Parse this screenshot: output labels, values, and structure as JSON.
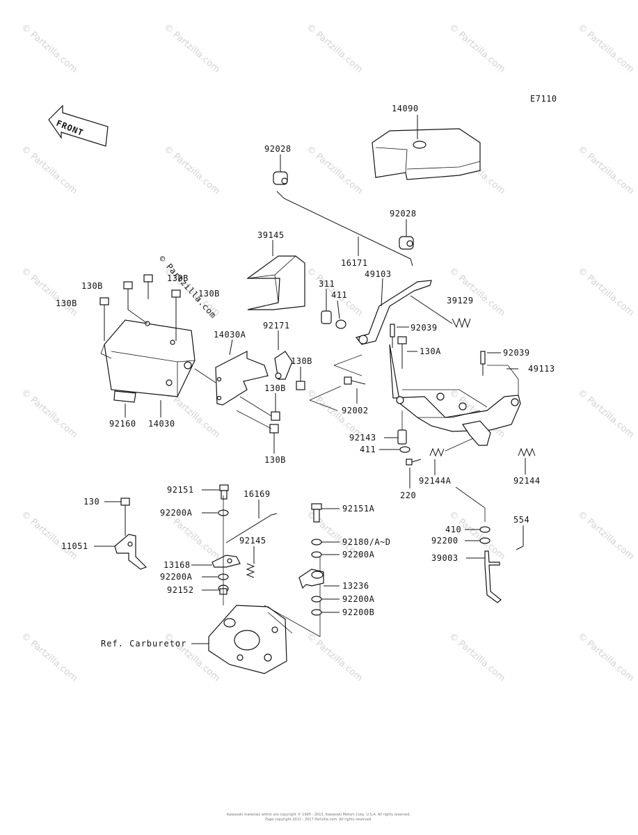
{
  "diagram": {
    "code": "E7110",
    "front_label": "FRONT",
    "ref_label": "Ref. Carburetor",
    "watermark": "© Partzilla.com",
    "footer_line1": "Kawasaki materials within are copyright © 1995 - 2013, Kawasaki Motors Corp. U.S.A. All rights reserved.",
    "footer_line2": "Page copyright 2013 - 2017 Partzilla.com. All rights reserved."
  },
  "callouts": [
    {
      "id": "14090",
      "text": "14090"
    },
    {
      "id": "92028-a",
      "text": "92028"
    },
    {
      "id": "92028-b",
      "text": "92028"
    },
    {
      "id": "39145",
      "text": "39145"
    },
    {
      "id": "16171",
      "text": "16171"
    },
    {
      "id": "311",
      "text": "311"
    },
    {
      "id": "411-a",
      "text": "411"
    },
    {
      "id": "49103",
      "text": "49103"
    },
    {
      "id": "39129",
      "text": "39129"
    },
    {
      "id": "130B-a",
      "text": "130B"
    },
    {
      "id": "130B-b",
      "text": "130B"
    },
    {
      "id": "130B-c",
      "text": "130B"
    },
    {
      "id": "130B-d",
      "text": "130B"
    },
    {
      "id": "130B-e",
      "text": "130B"
    },
    {
      "id": "130B-f",
      "text": "130B"
    },
    {
      "id": "130B-g",
      "text": "130B"
    },
    {
      "id": "92171",
      "text": "92171"
    },
    {
      "id": "14030A",
      "text": "14030A"
    },
    {
      "id": "92039-a",
      "text": "92039"
    },
    {
      "id": "130A",
      "text": "130A"
    },
    {
      "id": "92039-b",
      "text": "92039"
    },
    {
      "id": "49113",
      "text": "49113"
    },
    {
      "id": "92002",
      "text": "92002"
    },
    {
      "id": "92160",
      "text": "92160"
    },
    {
      "id": "14030",
      "text": "14030"
    },
    {
      "id": "92143",
      "text": "92143"
    },
    {
      "id": "411-b",
      "text": "411"
    },
    {
      "id": "92144A",
      "text": "92144A"
    },
    {
      "id": "92144",
      "text": "92144"
    },
    {
      "id": "220",
      "text": "220"
    },
    {
      "id": "130",
      "text": "130"
    },
    {
      "id": "11051",
      "text": "11051"
    },
    {
      "id": "92151",
      "text": "92151"
    },
    {
      "id": "92200A-a",
      "text": "92200A"
    },
    {
      "id": "16169",
      "text": "16169"
    },
    {
      "id": "92145",
      "text": "92145"
    },
    {
      "id": "13168",
      "text": "13168"
    },
    {
      "id": "92200A-b",
      "text": "92200A"
    },
    {
      "id": "92152",
      "text": "92152"
    },
    {
      "id": "92151A",
      "text": "92151A"
    },
    {
      "id": "92180AD",
      "text": "92180/A~D"
    },
    {
      "id": "92200A-c",
      "text": "92200A"
    },
    {
      "id": "13236",
      "text": "13236"
    },
    {
      "id": "92200A-d",
      "text": "92200A"
    },
    {
      "id": "92200B",
      "text": "92200B"
    },
    {
      "id": "410",
      "text": "410"
    },
    {
      "id": "92200",
      "text": "92200"
    },
    {
      "id": "554",
      "text": "554"
    },
    {
      "id": "39003",
      "text": "39003"
    }
  ]
}
